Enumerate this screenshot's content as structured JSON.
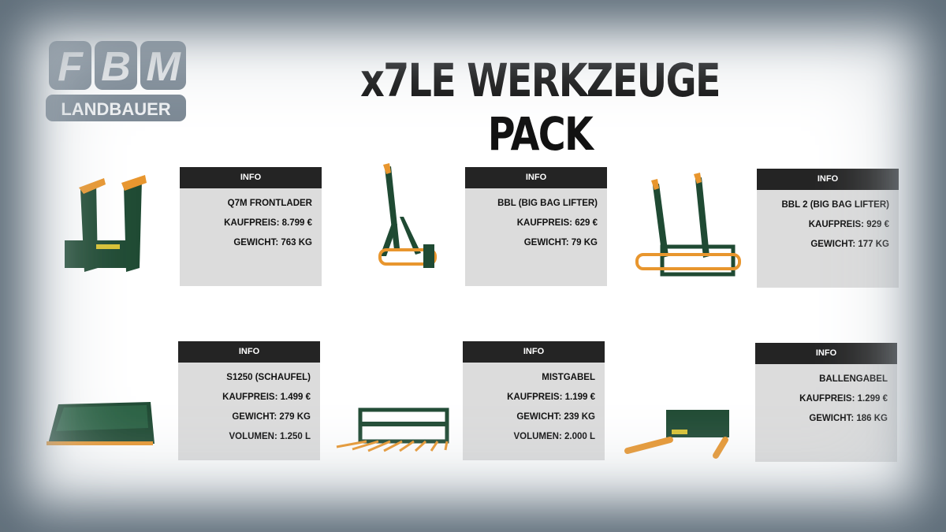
{
  "logo": {
    "top": "FBM",
    "bottom": "LANDBAUER"
  },
  "title": "x7LE WERKZEUGE PACK",
  "colors": {
    "green": "#1f4a33",
    "orange": "#e8962e",
    "header": "#242424",
    "card": "#dcdcdc"
  },
  "cards": [
    {
      "header": "INFO",
      "lines": [
        "Q7M FRONTLADER",
        "KAUFPREIS: 8.799 €",
        "GEWICHT: 763 KG"
      ]
    },
    {
      "header": "INFO",
      "lines": [
        "BBL (BIG BAG LIFTER)",
        "KAUFPREIS: 629 €",
        "GEWICHT: 79 KG"
      ]
    },
    {
      "header": "INFO",
      "lines": [
        "BBL 2 (BIG BAG LIFTER)",
        "KAUFPREIS: 929 €",
        "GEWICHT: 177 KG"
      ]
    },
    {
      "header": "INFO",
      "lines": [
        "S1250 (SCHAUFEL)",
        "KAUFPREIS: 1.499 €",
        "GEWICHT: 279 KG",
        "VOLUMEN: 1.250 L"
      ]
    },
    {
      "header": "INFO",
      "lines": [
        "MISTGABEL",
        "KAUFPREIS: 1.199 €",
        "GEWICHT: 239 KG",
        "VOLUMEN: 2.000 L"
      ]
    },
    {
      "header": "INFO",
      "lines": [
        "BALLENGABEL",
        "KAUFPREIS: 1.299 €",
        "GEWICHT: 186 KG"
      ]
    }
  ]
}
